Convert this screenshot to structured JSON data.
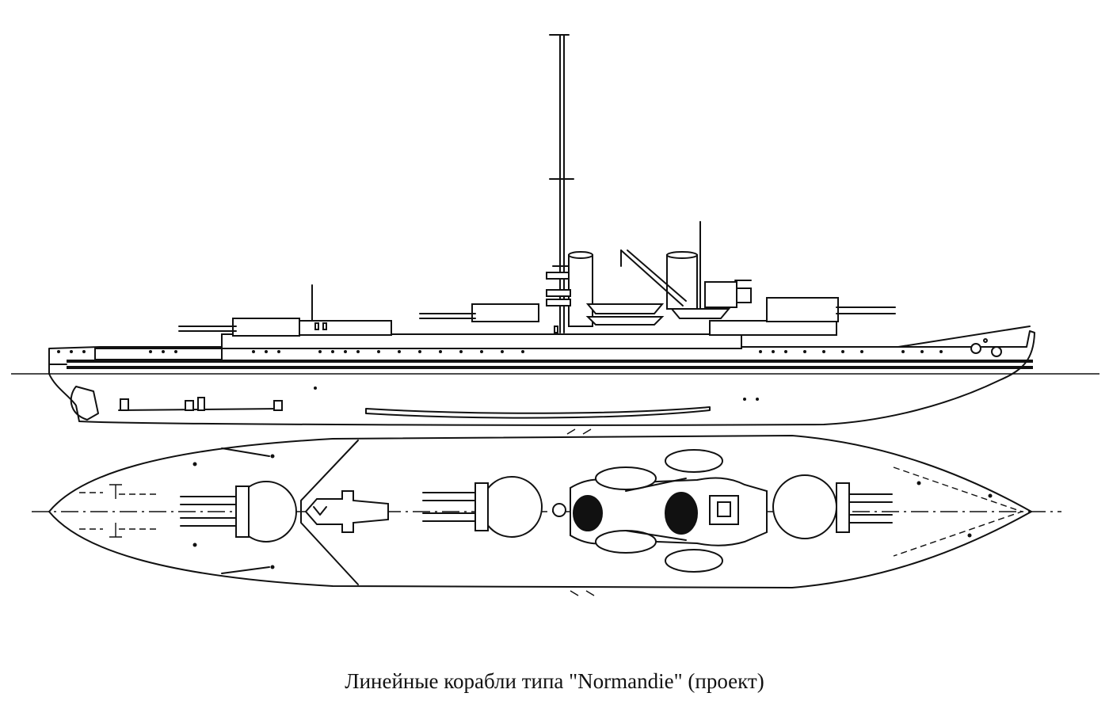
{
  "caption": "Линейные корабли типа \"Normandie\" (проект)",
  "drawing": {
    "views": [
      "side-profile",
      "plan-view"
    ],
    "line_color": "#111111",
    "background": "#ffffff"
  }
}
